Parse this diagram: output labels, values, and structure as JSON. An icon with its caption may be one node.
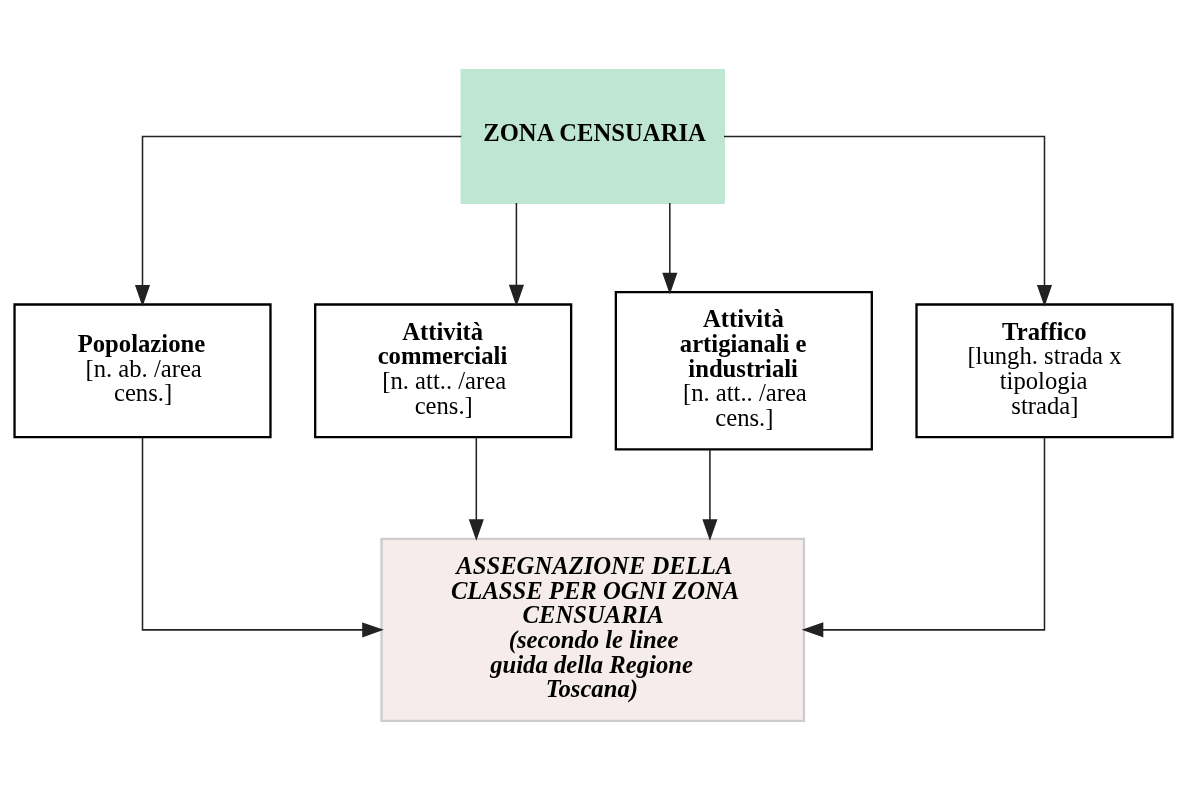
{
  "diagram": {
    "nodes": [
      {
        "text": [
          "ZONA CENSUARIA"
        ]
      },
      {
        "text": [
          "Popolazione",
          "[n. ab. /area cens.]"
        ]
      },
      {
        "text": [
          "Attività commerciali",
          "[n. att.. /area cens.]"
        ]
      },
      {
        "text": [
          "Attività artigianali e industriali",
          "[n. att.. /area cens.]"
        ]
      },
      {
        "text": [
          "Traffico",
          "[lungh. strada x tipologia strada]"
        ]
      },
      {
        "text": [
          "ASSEGNAZIONE DELLA CLASSE PER OGNI ZONA CENSUARIA",
          "(secondo le linee guida della Regione Toscana)"
        ]
      }
    ],
    "edges": [
      {
        "from": 0,
        "to": 1,
        "arrow": "to"
      },
      {
        "from": 0,
        "to": 2,
        "arrow": "to"
      },
      {
        "from": 0,
        "to": 3,
        "arrow": "to"
      },
      {
        "from": 0,
        "to": 4,
        "arrow": "to"
      },
      {
        "from": 1,
        "to": 5,
        "arrow": "to"
      },
      {
        "from": 2,
        "to": 5,
        "arrow": "to"
      },
      {
        "from": 3,
        "to": 5,
        "arrow": "to"
      },
      {
        "from": 4,
        "to": 5,
        "arrow": "to"
      }
    ]
  }
}
